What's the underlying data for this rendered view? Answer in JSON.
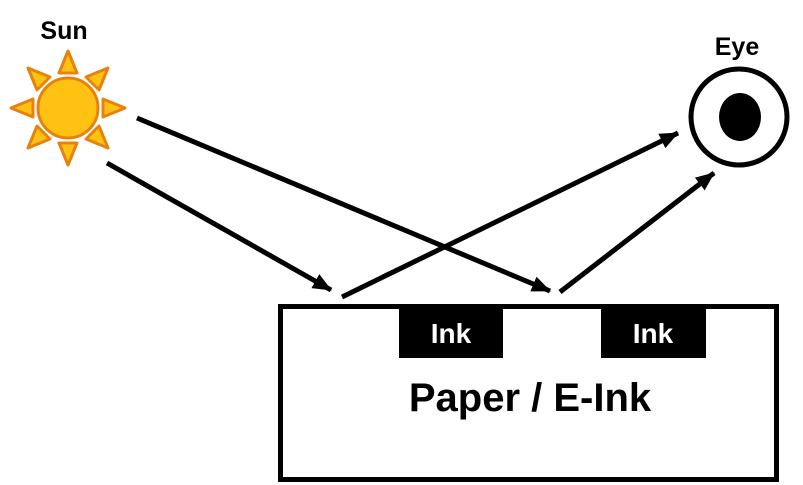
{
  "diagram": {
    "title_semantics": "Light from sun reflecting off paper/e-ink surface into eye",
    "sun_label": "Sun",
    "eye_label": "Eye",
    "surface_label": "Paper / E-Ink",
    "ink_labels": [
      "Ink",
      "Ink"
    ]
  },
  "colors": {
    "sun_fill": "#FFC213",
    "sun_stroke": "#E8820E",
    "line": "#000000",
    "ink_bg": "#000000",
    "ink_text": "#FFFFFF",
    "background": "#FFFFFF"
  }
}
